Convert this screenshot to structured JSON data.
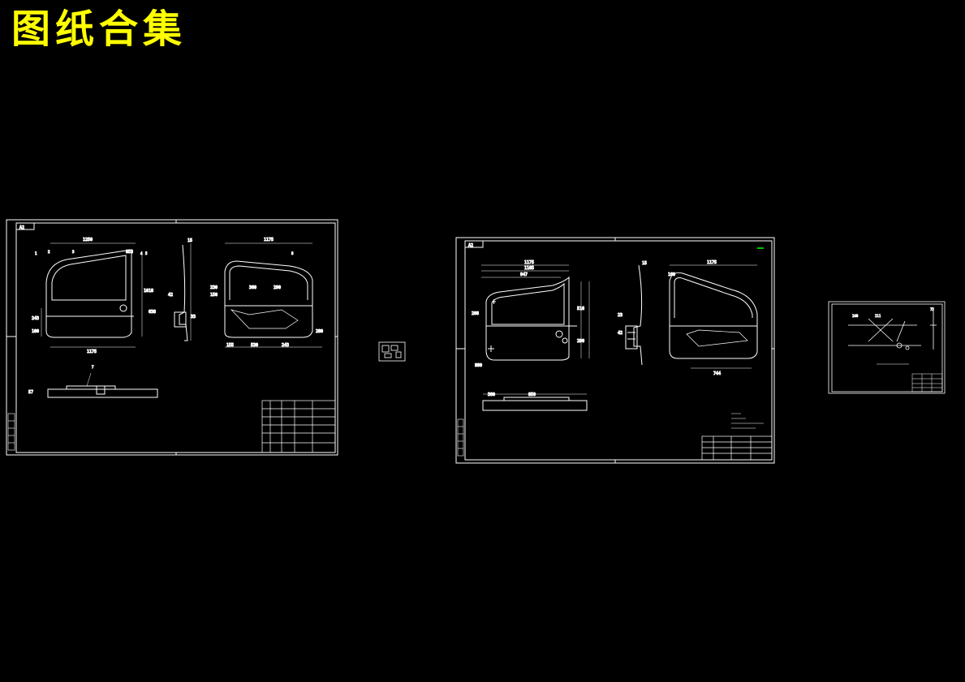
{
  "page_title": "图纸合集",
  "colors": {
    "background": "#000000",
    "title": "#ffff00",
    "lines": "#ffffff",
    "accent": "#00ff00"
  },
  "sheet1": {
    "corner_tag": "A2",
    "dims": {
      "top_width": "1250",
      "top_right": "853",
      "height_right": "1018",
      "height_right2": "638",
      "left_a": "243",
      "left_b": "100",
      "bottom": "1175",
      "side_top": "15",
      "side_a": "42",
      "side_b": "33",
      "view3_top": "1175",
      "view3_a": "230",
      "view3_b": "150",
      "view3_c": "360",
      "view3_d": "290",
      "view3_e": "155",
      "view3_f": "530",
      "view3_g": "243",
      "view3_h": "280",
      "strip": "57"
    },
    "balloons": [
      "1",
      "2",
      "3",
      "4",
      "5",
      "7",
      "8"
    ]
  },
  "sheet2": {
    "corner_tag": "A2",
    "dims": {
      "top_a": "1175",
      "top_b": "1165",
      "top_c": "947",
      "left_a": "208",
      "left_b": "880",
      "right_a": "516",
      "right_b": "290",
      "side_top": "15",
      "side_a": "23",
      "side_b": "42",
      "view3_top": "1175",
      "view3_a": "160",
      "view3_b": "744",
      "strip_a": "380",
      "strip_b": "850"
    }
  },
  "sheet3": {
    "dims": {
      "a": "240",
      "b": "211",
      "c": "75"
    }
  }
}
